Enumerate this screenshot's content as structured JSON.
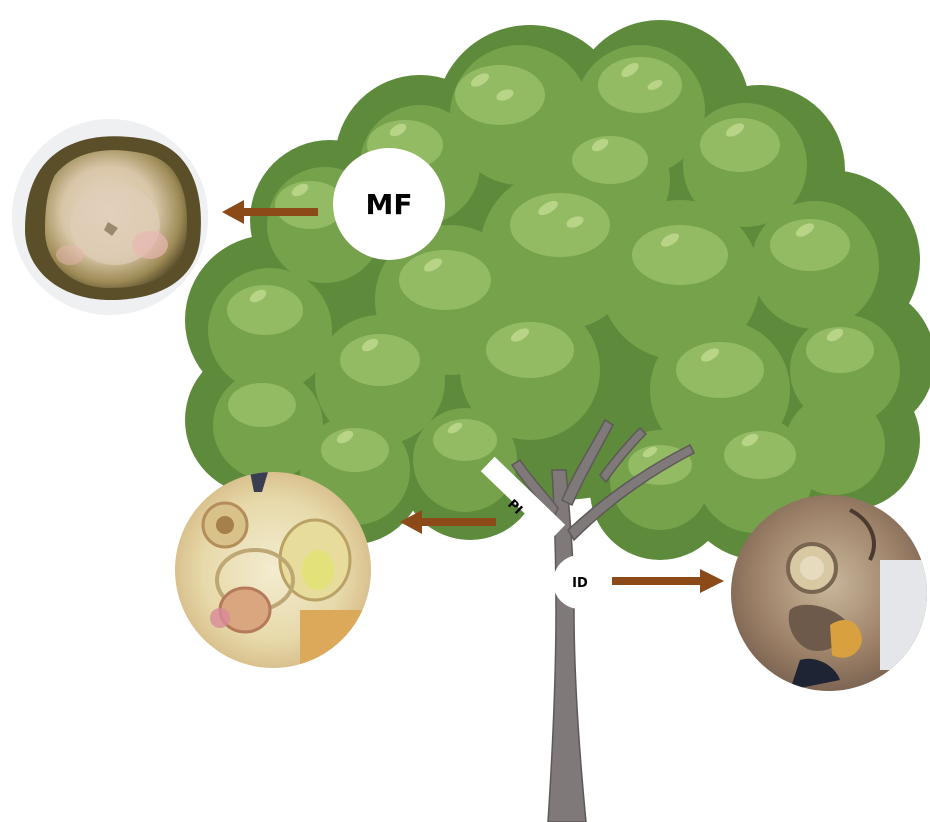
{
  "labels": {
    "mf": "MF",
    "pi": "PI",
    "id": "ID"
  },
  "colors": {
    "canopy_dark": "#5e8a3c",
    "canopy_mid": "#77a24c",
    "canopy_light": "#93bb63",
    "canopy_highlight": "#b7d487",
    "trunk": "#7f7a79",
    "trunk_dark": "#5f5858",
    "arrow": "#8b4a17",
    "label_bg": "#ffffff"
  },
  "icons": {
    "tree": "tree-illustration",
    "photo_mf": "wood-cross-section-photo",
    "photo_pi": "wood-cross-section-photo",
    "photo_id": "wood-cross-section-photo"
  }
}
